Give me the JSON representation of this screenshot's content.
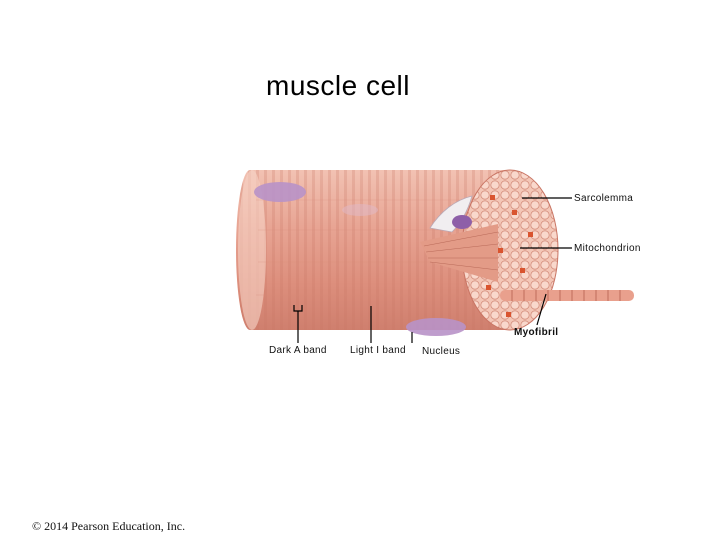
{
  "title": "muscle cell",
  "labels": {
    "sarcolemma": "Sarcolemma",
    "mitochondrion": "Mitochondrion",
    "myofibril": "Myofibril",
    "dark_a_band": "Dark A band",
    "light_i_band": "Light I band",
    "nucleus": "Nucleus"
  },
  "copyright": "© 2014 Pearson Education, Inc.",
  "colors": {
    "fiber": "#e7a191",
    "fiber_light": "#f4c7b9",
    "fiber_dark": "#c9786a",
    "nucleus": "#b58fc4",
    "mitochondrion": "#d9542f"
  }
}
